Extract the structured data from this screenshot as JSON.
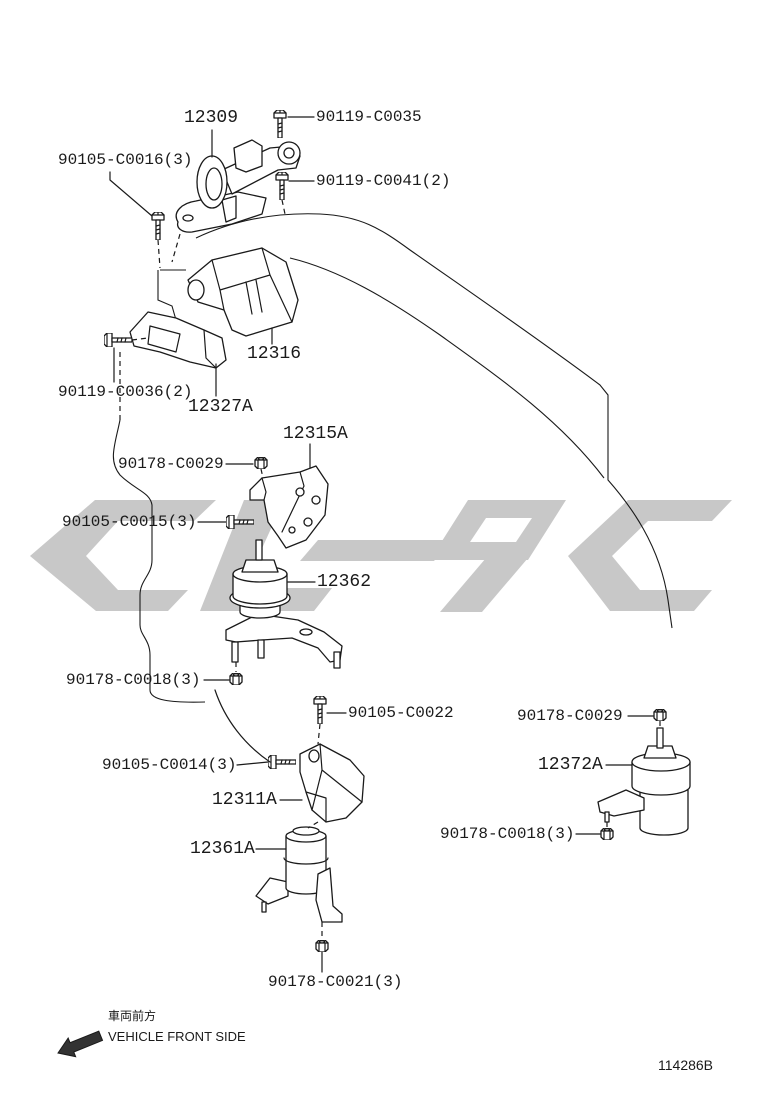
{
  "colors": {
    "line": "#1a1a1a",
    "watermark": "#c8c8c8",
    "background": "#ffffff"
  },
  "callouts": [
    "12309",
    "90119-C0035",
    "90105-C0016(3)",
    "90119-C0041(2)",
    "12316",
    "90119-C0036(2)",
    "12327A",
    "12315A",
    "90178-C0029",
    "90105-C0015(3)",
    "12362",
    "90178-C0018(3)",
    "90105-C0022",
    "90178-C0029",
    "90105-C0014(3)",
    "12372A",
    "12311A",
    "90178-C0018(3)",
    "12361A",
    "90178-C0021(3)"
  ],
  "orientation": {
    "label_jp": "車両前方",
    "label_en": "VEHICLE FRONT SIDE"
  },
  "illustration_id": "114286B"
}
